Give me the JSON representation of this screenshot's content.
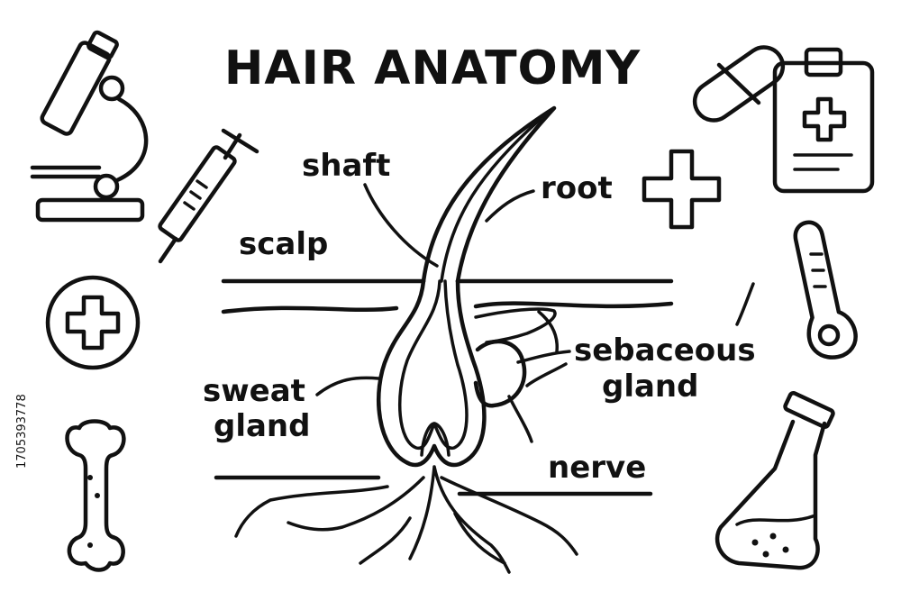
{
  "title": "HAIR ANATOMY",
  "labels": {
    "shaft": "shaft",
    "root": "root",
    "scalp": "scalp",
    "sebaceous_line1": "sebaceous",
    "sebaceous_line2": "gland",
    "sweat_line1": "sweat",
    "sweat_line2": "gland",
    "nerve": "nerve"
  },
  "stock_id": "1705393778",
  "icons": [
    "microscope-icon",
    "syringe-icon",
    "circle-cross-icon",
    "bone-icon",
    "pill-icon",
    "clipboard-icon",
    "plus-icon",
    "thermometer-icon",
    "flask-icon"
  ],
  "colors": {
    "ink": "#111111",
    "background": "#ffffff"
  }
}
